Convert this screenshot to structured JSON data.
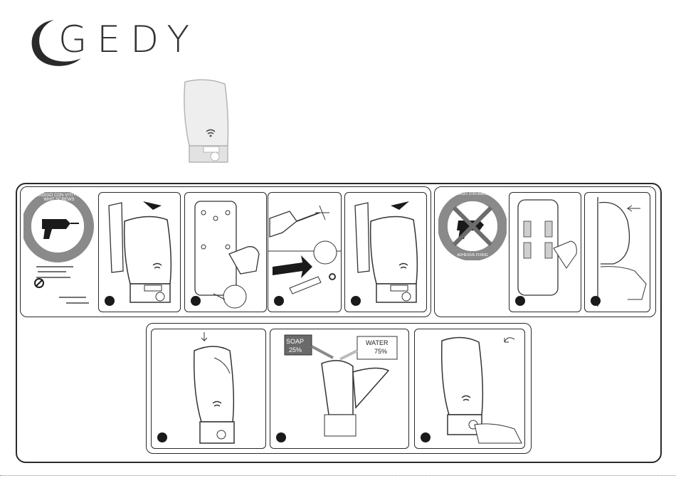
{
  "brand": {
    "name": "GEDY"
  },
  "screws_section": {
    "badge_text": "FISSAGGIO CON VITI • FIXES WHIT SCREWS"
  },
  "adhesive_section": {
    "badge_top": "FISSAGGIO CON BIADESIVO",
    "badge_bottom": "ADHESIVE FIXING"
  },
  "refill": {
    "soap_label": "SOAP",
    "soap_pct": "25%",
    "water_label": "WATER",
    "water_pct": "75%"
  },
  "colors": {
    "ink": "#1a1a1a",
    "gray": "#8a8a8a",
    "light": "#e6e6e6"
  }
}
